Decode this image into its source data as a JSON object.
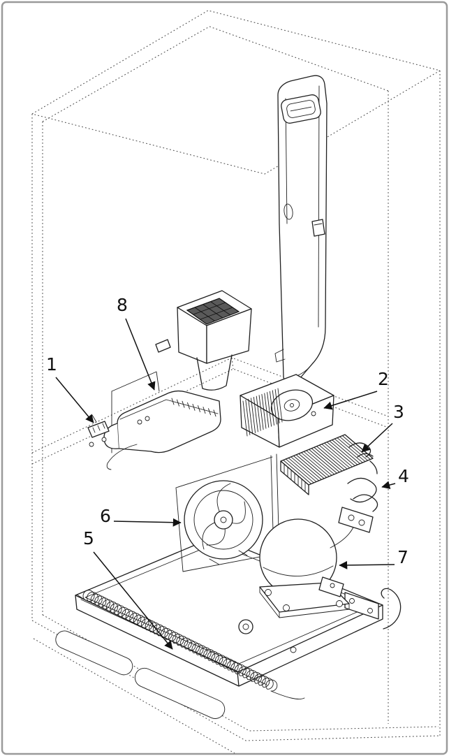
{
  "figure": {
    "subject": "refrigerator-machine-compartment-parts-diagram",
    "background_color": "#ffffff",
    "line_color": "#1f1f1f",
    "border_color": "#9a9a9a"
  },
  "diagram": {
    "callouts": [
      {
        "number": "1"
      },
      {
        "number": "2"
      },
      {
        "number": "3"
      },
      {
        "number": "4"
      },
      {
        "number": "5"
      },
      {
        "number": "6"
      },
      {
        "number": "7"
      },
      {
        "number": "8"
      }
    ]
  }
}
